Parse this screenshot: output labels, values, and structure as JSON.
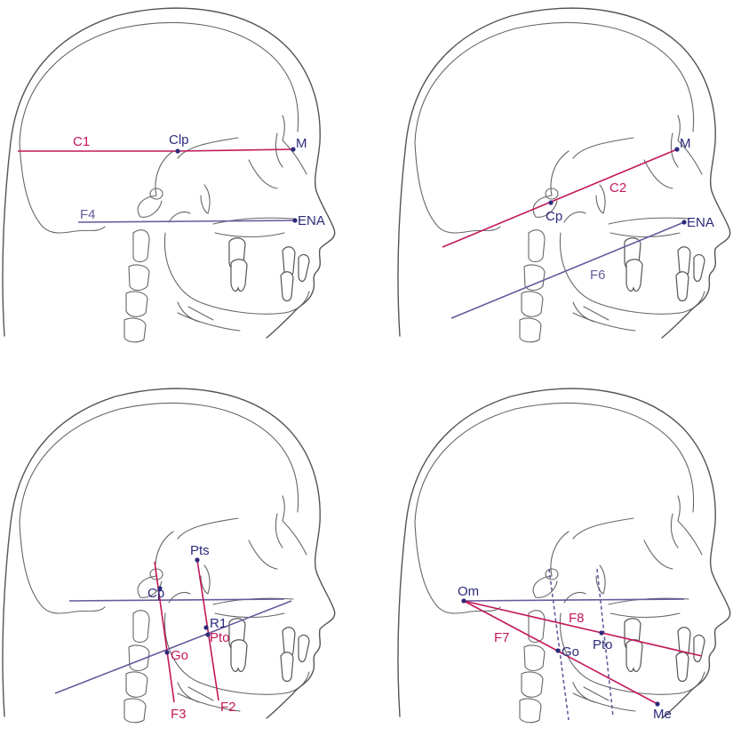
{
  "colors": {
    "magenta": "#c2185b",
    "navy": "#2c2a7a",
    "violet": "#6a5a9c",
    "outline": "#555555"
  },
  "panels": [
    {
      "id": "top-left",
      "lines": [
        {
          "label": "C1",
          "color": "magenta"
        },
        {
          "label": "F4",
          "color": "violet"
        }
      ],
      "points": [
        {
          "label": "Clp"
        },
        {
          "label": "M"
        },
        {
          "label": "ENA"
        }
      ]
    },
    {
      "id": "top-right",
      "lines": [
        {
          "label": "C2",
          "color": "magenta"
        },
        {
          "label": "F6",
          "color": "violet"
        }
      ],
      "points": [
        {
          "label": "M"
        },
        {
          "label": "Cp"
        },
        {
          "label": "ENA"
        }
      ]
    },
    {
      "id": "bottom-left",
      "lines": [
        {
          "label": "F3",
          "color": "magenta"
        },
        {
          "label": "F2",
          "color": "magenta"
        }
      ],
      "points": [
        {
          "label": "Pts"
        },
        {
          "label": "Cp"
        },
        {
          "label": "R1"
        },
        {
          "label": "Pto"
        },
        {
          "label": "Go"
        }
      ]
    },
    {
      "id": "bottom-right",
      "lines": [
        {
          "label": "F8",
          "color": "magenta"
        },
        {
          "label": "F7",
          "color": "magenta"
        }
      ],
      "points": [
        {
          "label": "Om"
        },
        {
          "label": "Go"
        },
        {
          "label": "Pto"
        },
        {
          "label": "Me"
        }
      ]
    }
  ]
}
